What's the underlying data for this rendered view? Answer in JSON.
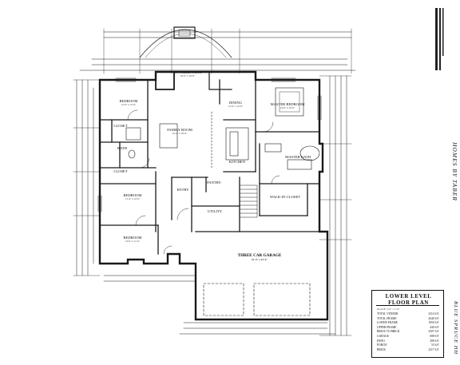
{
  "rooms": {
    "bedroom_nw": {
      "name": "BEDROOM",
      "dims": "12'-0\" x 12'-0\""
    },
    "closet_1": {
      "name": "CLOSET"
    },
    "bath": {
      "name": "BATH"
    },
    "closet_2": {
      "name": "CLOSET"
    },
    "bedroom_w": {
      "name": "BEDROOM",
      "dims": "11'-4\" x 12'-0\""
    },
    "bedroom_sw": {
      "name": "BEDROOM",
      "dims": "13'-0\" x 11'-0\""
    },
    "covered_patio": {
      "name": "COVERED PATIO",
      "dims": "16'-0\" x 10'-0\""
    },
    "family_room": {
      "name": "FAMILY ROOM",
      "dims": "16'-0\" x 18'-0\""
    },
    "dining": {
      "name": "DINING",
      "dims": "12'-0\" x 12'-0\""
    },
    "kitchen": {
      "name": "KITCHEN"
    },
    "pantry": {
      "name": "PANTRY"
    },
    "entry": {
      "name": "ENTRY"
    },
    "utility": {
      "name": "UTILITY"
    },
    "master_bedroom": {
      "name": "MASTER BEDROOM",
      "dims": "14'-0\" x 16'-0\""
    },
    "master_bath": {
      "name": "MASTER BATH"
    },
    "walk_in_closet": {
      "name": "WALK-IN CLOSET"
    },
    "garage": {
      "name": "THREE CAR GARAGE",
      "dims": "32'-0\" x 24'-0\""
    }
  },
  "title_block": {
    "title_line1": "LOWER LEVEL",
    "title_line2": "FLOOR PLAN",
    "scale": "SCALE: 1/4\" = 1'-0\"",
    "areas": [
      {
        "label": "TOTAL VENEER",
        "value": "2314 S.F."
      },
      {
        "label": "TOTAL FRAME",
        "value": "2640 S.F."
      },
      {
        "label": "LOWER FRAME",
        "value": "1950 S.F."
      },
      {
        "label": "UPPER FRAME",
        "value": "440 S.F."
      },
      {
        "label": "BRICK TO BRICK",
        "value": "2507 S.F."
      },
      {
        "label": "GARAGE",
        "value": "698 S.F."
      },
      {
        "label": "PATIO",
        "value": "308 S.F."
      },
      {
        "label": "PORCH",
        "value": "53 S.F."
      },
      {
        "label": "BRICK",
        "value": "2217 S.F."
      }
    ]
  },
  "side_text": {
    "brand": "HOMES BY TABER",
    "plan_name": "BLUE SPRUCE HH"
  }
}
